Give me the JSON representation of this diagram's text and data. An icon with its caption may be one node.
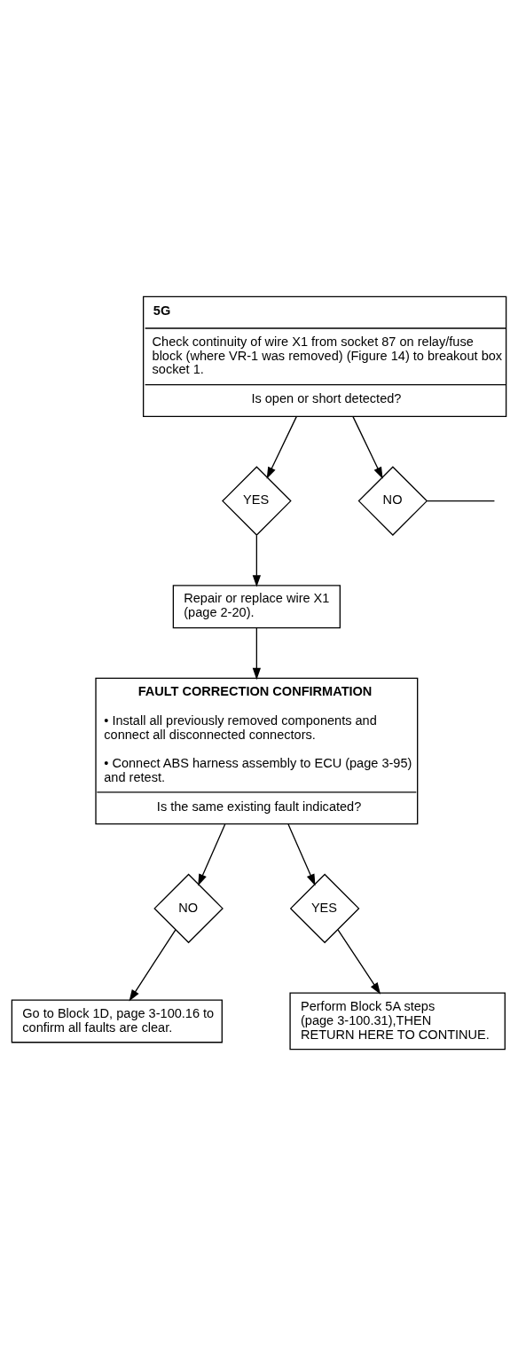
{
  "diagram": {
    "nodes": [
      {
        "text": [
          "5G",
          "Check continuity of wire X1 from socket 87 on relay/fuse block (where VR-1 was removed) (Figure 14) to breakout box socket 1.",
          "Is open or short detected?"
        ]
      },
      {
        "text": [
          "YES"
        ]
      },
      {
        "text": [
          "NO"
        ]
      },
      {
        "text": [
          "Repair or replace wire X1 (page 2-20)."
        ]
      },
      {
        "text": [
          "FAULT CORRECTION CONFIRMATION",
          "• Install all previously removed components and connect all disconnected connectors.",
          "• Connect ABS harness assembly to ECU (page 3-95) and retest.",
          "Is the same existing fault indicated?"
        ]
      },
      {
        "text": [
          "NO"
        ]
      },
      {
        "text": [
          "YES"
        ]
      },
      {
        "text": [
          "Perform Block 5A steps (page 3-100.31),THEN RETURN HERE TO CONTINUE."
        ]
      },
      {
        "text": [
          "Go to Block 1D, page 3-100.16 to confirm all faults are clear."
        ]
      }
    ],
    "edges": [
      {
        "from": 0,
        "to": 1,
        "arrow": "to"
      },
      {
        "from": 0,
        "to": 2,
        "arrow": "to"
      },
      {
        "from": 2,
        "to": null,
        "arrow": "none"
      },
      {
        "from": 1,
        "to": 3,
        "arrow": "to"
      },
      {
        "from": 3,
        "to": 4,
        "arrow": "to"
      },
      {
        "from": 4,
        "to": 5,
        "arrow": "to"
      },
      {
        "from": 4,
        "to": 6,
        "arrow": "to"
      },
      {
        "from": 6,
        "to": 7,
        "arrow": "to"
      },
      {
        "from": 5,
        "to": 8,
        "arrow": "to"
      }
    ]
  }
}
